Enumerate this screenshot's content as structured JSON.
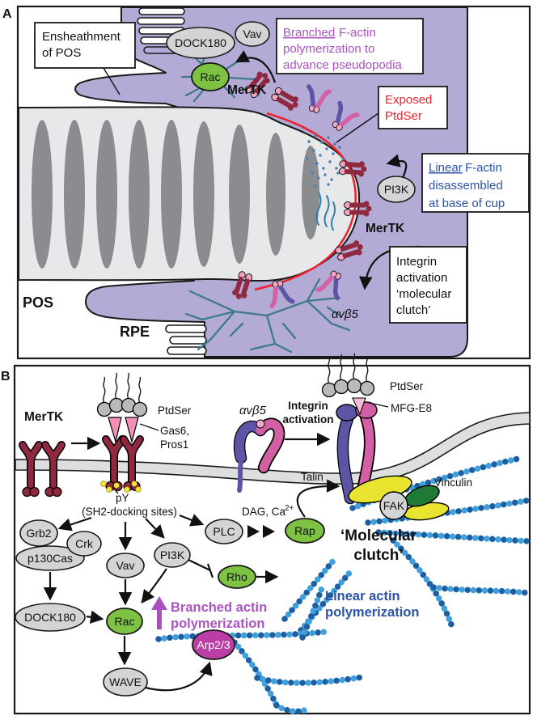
{
  "colors": {
    "rpe_purple": "#b3abd6",
    "pos_gray": "#e7e8ea",
    "disc_gray": "#8a8c8f",
    "mertk_red": "#8e2940",
    "ligand_pink": "#f290b8",
    "integrin_blue": "#5c55a5",
    "integrin_magenta": "#d35fa5",
    "gtpase_green": "#7dc242",
    "node_gray": "#d2d4d6",
    "arp_magenta": "#bb3ea6",
    "talin_yellow": "#e8e430",
    "vinculin_green": "#1e7a35",
    "actin_light": "#3fa0dc",
    "actin_dark": "#1d5fa0",
    "teal_actin": "#3e7a8e",
    "ptdser_red": "#e8252d",
    "purple_text": "#a855bf",
    "blue_text": "#2b53a8",
    "py_yellow": "#f2e53e"
  },
  "panelA": {
    "label": "A",
    "pos_label": "POS",
    "rpe_label": "RPE",
    "mertk_top": "MerTK",
    "mertk_mid": "MerTK",
    "avb5": "αvβ5",
    "nodes": {
      "dock180": "DOCK180",
      "vav": "Vav",
      "rac": "Rac",
      "pi3k": "PI3K"
    },
    "boxes": {
      "ensheathment": {
        "line1": "Ensheathment",
        "line2": "of POS"
      },
      "branched": {
        "underlined": "Branched",
        "line1_rest": "F-actin",
        "line2": "polymerization to",
        "line3": "advance pseudopodia"
      },
      "exposed": {
        "line1": "Exposed",
        "line2": "PtdSer"
      },
      "linear": {
        "underlined": "Linear",
        "line1_rest": "F-actin",
        "line2": "disassembled",
        "line3": "at base of cup"
      },
      "integrin": {
        "line1": "Integrin",
        "line2": "activation",
        "line3": "‘molecular",
        "line4": "clutch’"
      }
    }
  },
  "panelB": {
    "label": "B",
    "mertk": "MerTK",
    "ptdser_left": "PtdSer",
    "gas6_line1": "Gas6,",
    "gas6_line2": "Pros1",
    "py": "pY",
    "sh2": "(SH2-docking sites)",
    "avb5": "αvβ5",
    "integrin_act_line1": "Integrin",
    "integrin_act_line2": "activation",
    "ptdser_right": "PtdSer",
    "mfge8": "MFG-E8",
    "talin": "Talin",
    "vinculin": "Vinculin",
    "dag_base": "DAG, Ca",
    "dag_sup": "2+",
    "clutch_line1": "‘Molecular",
    "clutch_line2": "clutch’",
    "branched_line1": "Branched actin",
    "branched_line2": "polymerization",
    "linear_line1": "Linear actin",
    "linear_line2": "polymerization",
    "nodes": {
      "grb2": "Grb2",
      "crk": "Crk",
      "p130cas": "p130Cas",
      "vav": "Vav",
      "pi3k": "PI3K",
      "plc": "PLC",
      "rap": "Rap",
      "rho": "Rho",
      "dock180": "DOCK180",
      "rac": "Rac",
      "wave": "WAVE",
      "arp23": "Arp2/3",
      "fak": "FAK"
    }
  }
}
